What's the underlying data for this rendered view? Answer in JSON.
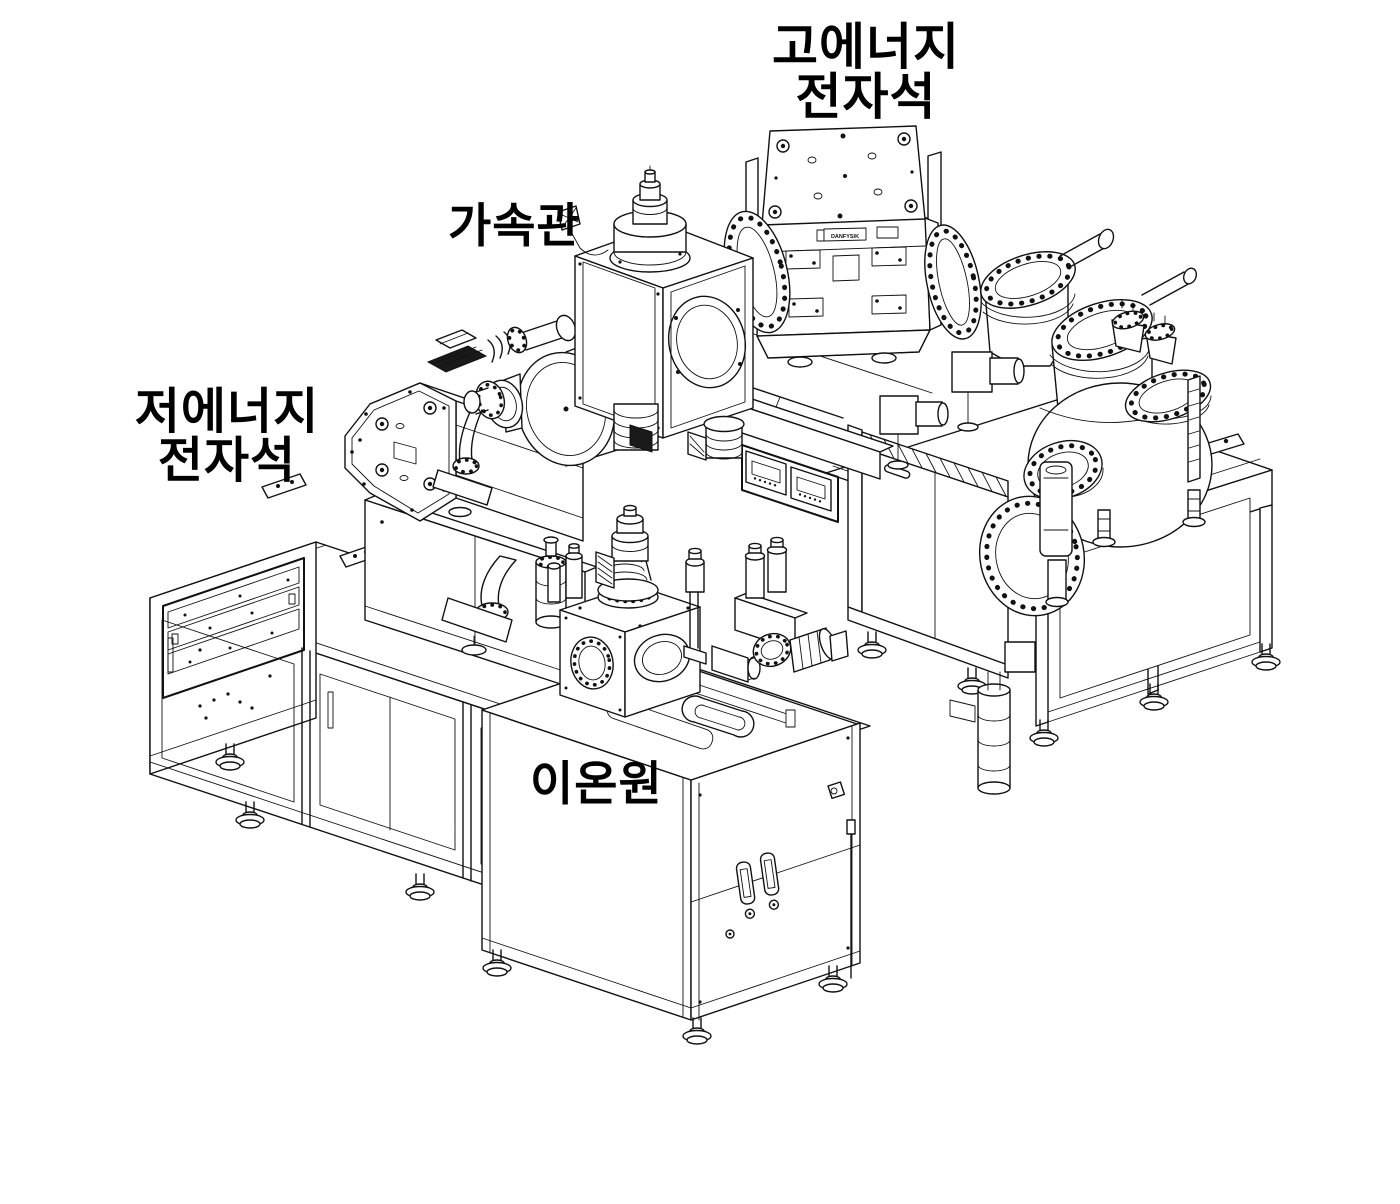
{
  "labels": {
    "high_energy_magnet": {
      "line1": "고에너지",
      "line2": "전자석"
    },
    "acceleration_tube": {
      "text": "가속관"
    },
    "low_energy_magnet": {
      "line1": "저에너지",
      "line2": "전자석"
    },
    "ion_source": {
      "text": "이온원"
    }
  },
  "equipment_plate": {
    "brand": "DANFYSIK"
  },
  "colors": {
    "line": "#111111",
    "background": "#ffffff",
    "label_text": "#000000"
  }
}
